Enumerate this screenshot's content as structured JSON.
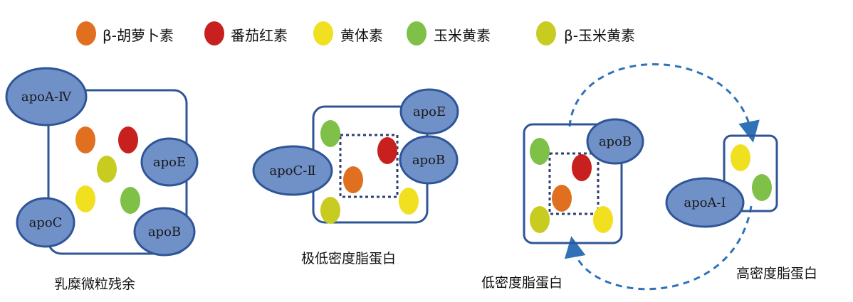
{
  "legend": [
    {
      "label": "β-胡萝卜素",
      "color": "#e07020"
    },
    {
      "label": "番茄红素",
      "color": "#c8201e"
    },
    {
      "label": "黄体素",
      "color": "#f0e020"
    },
    {
      "label": "玉米黄素",
      "color": "#7fc048"
    },
    {
      "label": "β-玉米黄素",
      "color": "#c8cc20"
    }
  ],
  "colors": {
    "container_stroke": "#2f5597",
    "apo_fill": "#7090c8",
    "apo_stroke": "#2f5597",
    "arrow": "#2f72b8"
  },
  "particles": {
    "chylomicron_remnant": {
      "caption": "乳糜微粒残余",
      "apos": [
        "apoA-Ⅳ",
        "apoE",
        "apoC",
        "apoB"
      ],
      "pigments": [
        "β-胡萝卜素",
        "番茄红素",
        "β-玉米黄素",
        "黄体素",
        "玉米黄素"
      ]
    },
    "vldl": {
      "caption": "极低密度脂蛋白",
      "apos": [
        "apoE",
        "apoC-Ⅱ",
        "apoB"
      ],
      "pigments": [
        "玉米黄素",
        "番茄红素",
        "β-胡萝卜素",
        "β-玉米黄素",
        "黄体素"
      ]
    },
    "ldl": {
      "caption": "低密度脂蛋白",
      "apos": [
        "apoB"
      ],
      "pigments": [
        "玉米黄素",
        "番茄红素",
        "β-胡萝卜素",
        "β-玉米黄素",
        "黄体素"
      ]
    },
    "hdl": {
      "caption": "高密度脂蛋白",
      "apos": [
        "apoA-Ⅰ"
      ],
      "pigments": [
        "黄体素",
        "玉米黄素"
      ]
    }
  }
}
